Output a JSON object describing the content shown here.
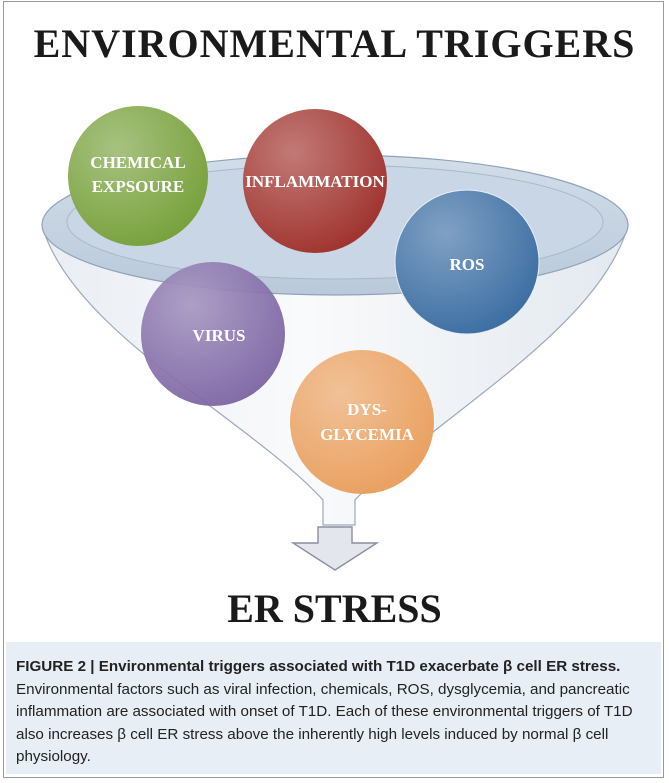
{
  "title": "ENVIRONMENTAL TRIGGERS",
  "triggers": [
    {
      "line1": "CHEMICAL",
      "line2": "EXPSOURE",
      "color": "#78a13c"
    },
    {
      "line1": "INFLAMMATION",
      "line2": "",
      "color": "#a0332e"
    },
    {
      "line1": "ROS",
      "line2": "",
      "color": "#3c6ea3"
    },
    {
      "line1": "VIRUS",
      "line2": "",
      "color": "#7a62a2"
    },
    {
      "line1": "DYS-",
      "line2": "GLYCEMIA",
      "color": "#eaa060"
    }
  ],
  "result": "ER STRESS",
  "caption": {
    "heading": "FIGURE 2 | Environmental triggers associated with T1D exacerbate β cell ER stress.",
    "body": " Environmental factors such as viral infection, chemicals, ROS, dysglycemia, and pancreatic inflammation are associated with onset of T1D. Each of these environmental triggers of T1D also increases β cell ER stress above the inherently high levels induced by normal β cell physiology."
  }
}
